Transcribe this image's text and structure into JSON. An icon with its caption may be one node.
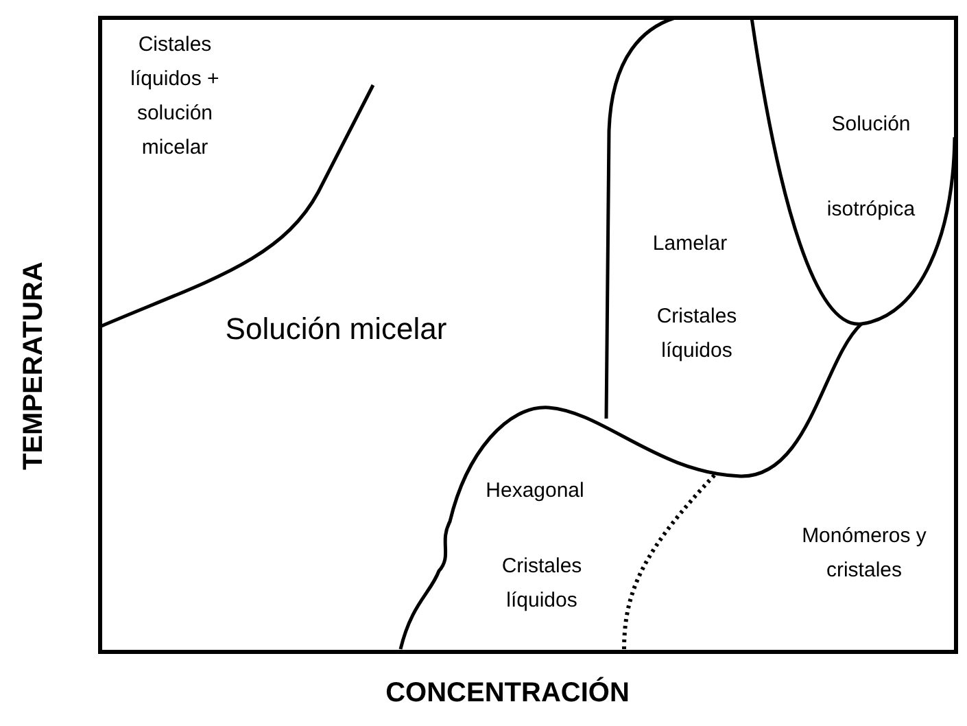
{
  "diagram": {
    "labels": [
      "Cistales líquidos + solución micelar",
      "Solución isotrópica",
      "Lamelar",
      "Cristales líquidos",
      "Solución micelar",
      "TEMPERATURA",
      "Hexagonal",
      "Monómeros y cristales",
      "Cristales líquidos",
      "CONCENTRACIÓN"
    ]
  }
}
